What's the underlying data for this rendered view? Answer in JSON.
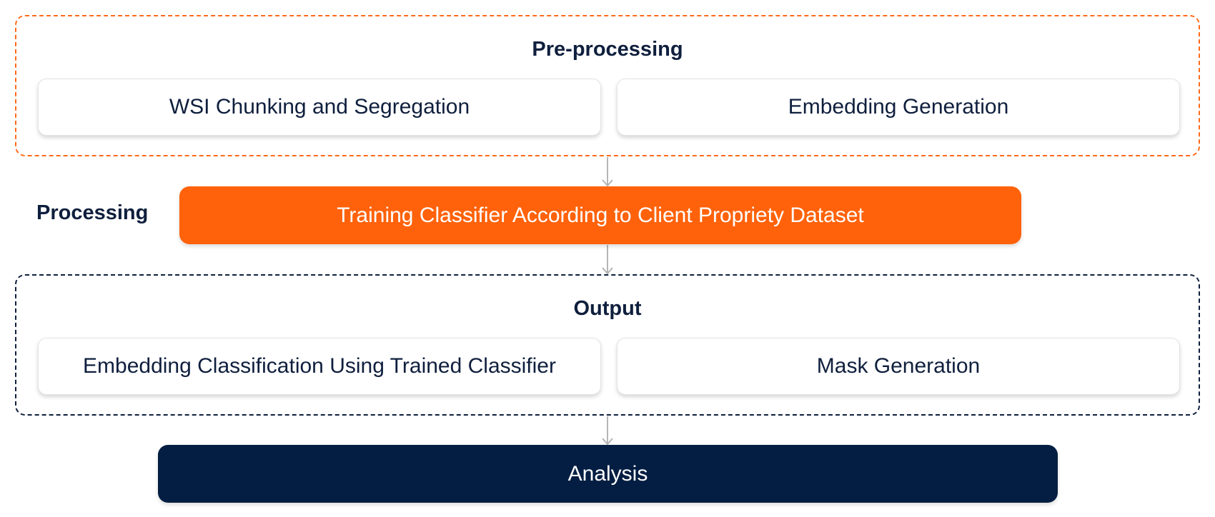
{
  "preprocessing": {
    "title": "Pre-processing",
    "steps": [
      "WSI Chunking and Segregation",
      "Embedding Generation"
    ]
  },
  "processing": {
    "label": "Processing",
    "step": "Training Classifier According to Client Propriety Dataset"
  },
  "output": {
    "title": "Output",
    "steps": [
      "Embedding Classification Using Trained Classifier",
      "Mask Generation"
    ]
  },
  "analysis": {
    "label": "Analysis"
  },
  "colors": {
    "accent_orange": "#ff620a",
    "navy": "#031e42",
    "text_dark": "#0f1f3d",
    "connector_gray": "#b5b5b5"
  }
}
